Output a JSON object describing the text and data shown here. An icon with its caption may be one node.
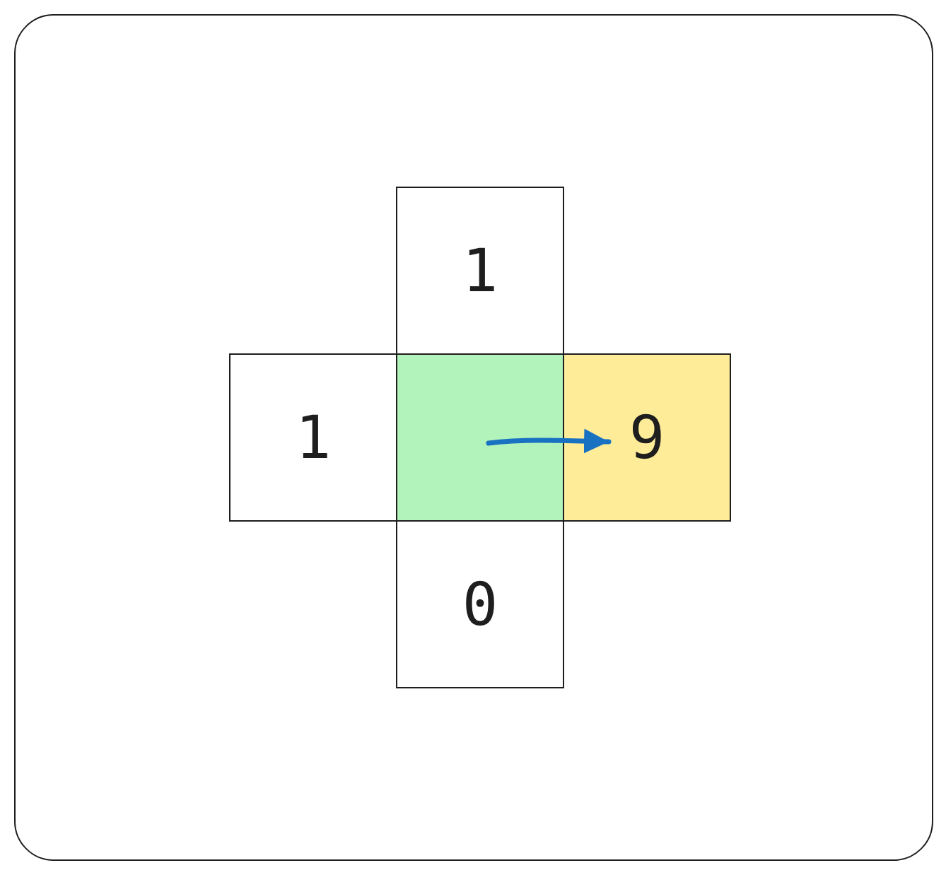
{
  "diagram": {
    "nodes": [
      {
        "text": [
          "1"
        ]
      },
      {
        "text": [
          "1"
        ]
      },
      {
        "text": [],
        "shape": "box"
      },
      {
        "text": [
          "9"
        ]
      },
      {
        "text": [
          "0"
        ]
      }
    ],
    "edges": [
      {
        "from": 2,
        "to": 3,
        "arrow": "to",
        "color": "#1971c2"
      }
    ]
  }
}
